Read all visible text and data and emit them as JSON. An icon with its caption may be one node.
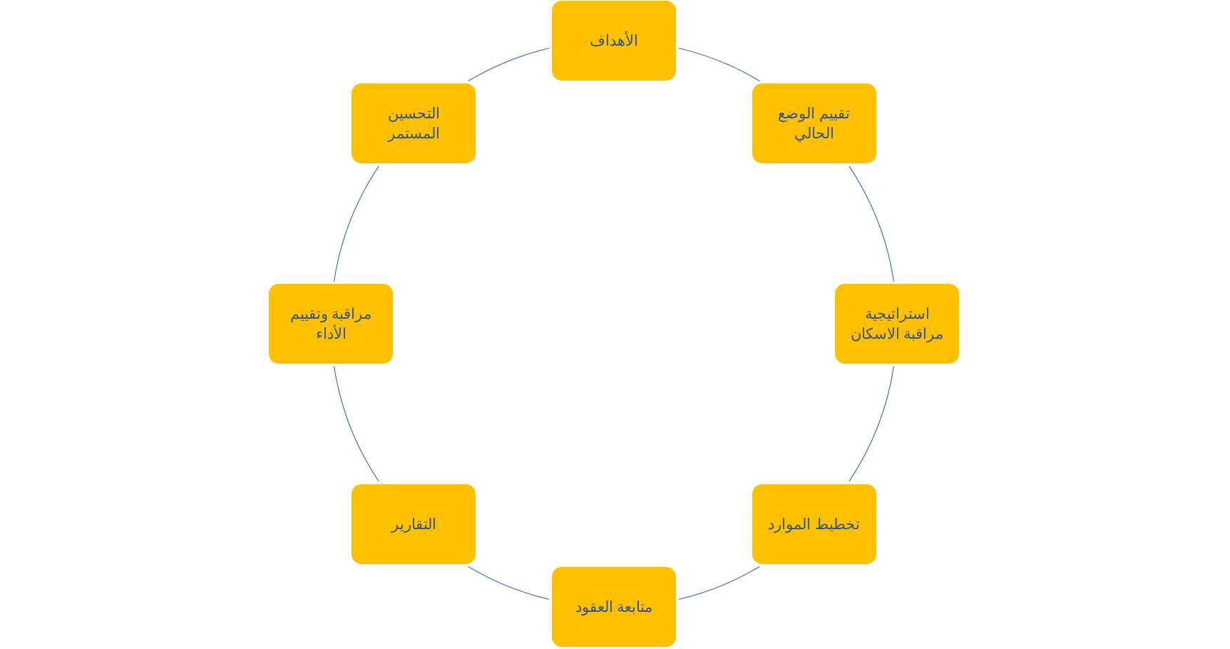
{
  "diagram": {
    "nodes": [
      {
        "text": [
          "الأهداف"
        ]
      },
      {
        "text": [
          "تقييم الوضع الحالي"
        ]
      },
      {
        "text": [
          "استراتيجية مراقبة الاسكان"
        ]
      },
      {
        "text": [
          "تخطيط الموارد"
        ]
      },
      {
        "text": [
          "متابعة العقود"
        ]
      },
      {
        "text": [
          "التقارير"
        ]
      },
      {
        "text": [
          "مراقبة وتقييم الأداء"
        ]
      },
      {
        "text": [
          "التحسين المستمر"
        ]
      }
    ],
    "edges": [
      {
        "from": 0,
        "to": 1,
        "arrow": "none"
      },
      {
        "from": 1,
        "to": 2,
        "arrow": "none"
      },
      {
        "from": 2,
        "to": 3,
        "arrow": "none"
      },
      {
        "from": 3,
        "to": 4,
        "arrow": "none"
      },
      {
        "from": 4,
        "to": 5,
        "arrow": "none"
      },
      {
        "from": 5,
        "to": 6,
        "arrow": "none"
      },
      {
        "from": 6,
        "to": 7,
        "arrow": "none"
      },
      {
        "from": 7,
        "to": 0,
        "arrow": "none"
      }
    ]
  }
}
